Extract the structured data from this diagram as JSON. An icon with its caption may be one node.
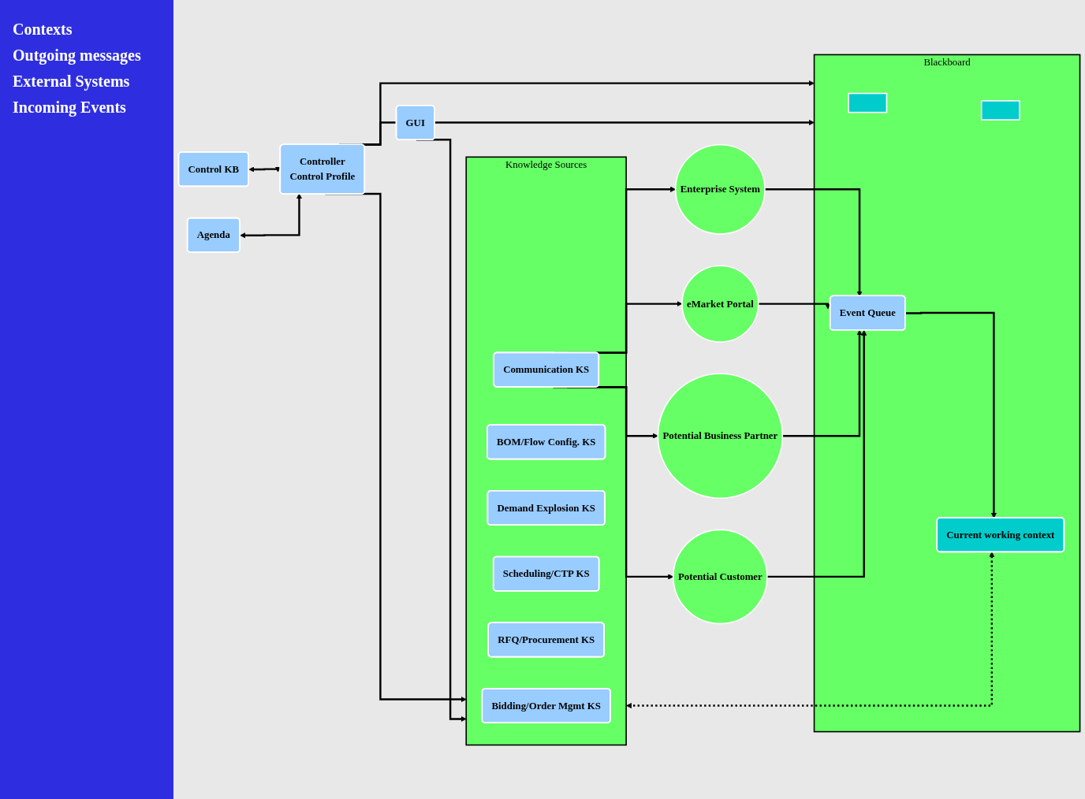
{
  "diagram": {
    "nodes": [
      {
        "text": [
          "Control KB"
        ]
      },
      {
        "text": [
          "Agenda"
        ]
      },
      {
        "text": [
          "Controller",
          "Control Profile"
        ]
      },
      {
        "text": [
          "GUI"
        ]
      },
      {
        "text": [
          "Blackboard"
        ]
      },
      {
        "text": [],
        "shape": "bar",
        "in": 4
      },
      {
        "text": [],
        "shape": "bar",
        "in": 4
      },
      {
        "text": [
          "Current working context"
        ],
        "in": 4
      },
      {
        "text": [
          "Event Queue"
        ],
        "in": 4
      },
      {
        "text": [
          "Knowledge Sources"
        ]
      },
      {
        "text": [
          "Bidding/Order Mgmt KS"
        ],
        "in": 9
      },
      {
        "text": [
          "BOM/Flow Config. KS"
        ],
        "in": 9
      },
      {
        "text": [
          "Demand Explosion KS"
        ],
        "in": 9
      },
      {
        "text": [
          "Scheduling/CTP KS"
        ],
        "in": 9
      },
      {
        "text": [
          "RFQ/Procurement KS"
        ],
        "in": 9
      },
      {
        "text": [
          "Communication KS"
        ],
        "in": 9
      },
      {
        "text": [
          "Enterprise System"
        ]
      },
      {
        "text": [
          "eMarket Portal"
        ]
      },
      {
        "text": [
          "Potential Business Partner"
        ]
      },
      {
        "text": [
          "Potential Customer"
        ]
      }
    ],
    "edges": [
      {
        "from": 0,
        "to": 2,
        "arrow": "both"
      },
      {
        "from": 1,
        "to": 2,
        "arrow": "both"
      },
      {
        "from": 2,
        "to": 3,
        "arrow": "none"
      },
      {
        "from": 2,
        "to": 4,
        "arrow": "to"
      },
      {
        "from": 2,
        "to": 9,
        "arrow": "to"
      },
      {
        "from": 3,
        "to": 4,
        "arrow": "to"
      },
      {
        "from": 3,
        "to": 9,
        "arrow": "to"
      },
      {
        "from": 9,
        "to": 7,
        "arrow": "both",
        "style": "dashed"
      },
      {
        "from": 8,
        "to": 7,
        "arrow": "to"
      },
      {
        "from": 15,
        "to": 16,
        "arrow": "to"
      },
      {
        "from": 15,
        "to": 17,
        "arrow": "to"
      },
      {
        "from": 15,
        "to": 18,
        "arrow": "to"
      },
      {
        "from": 15,
        "to": 19,
        "arrow": "to"
      },
      {
        "from": 16,
        "to": 8,
        "arrow": "to"
      },
      {
        "from": 17,
        "to": 8,
        "arrow": "to"
      },
      {
        "from": 18,
        "to": 8,
        "arrow": "to"
      },
      {
        "from": 19,
        "to": 8,
        "arrow": "to"
      }
    ],
    "labels": [
      "Contexts",
      "Outgoing messages",
      "External Systems",
      "Incoming Events"
    ]
  }
}
